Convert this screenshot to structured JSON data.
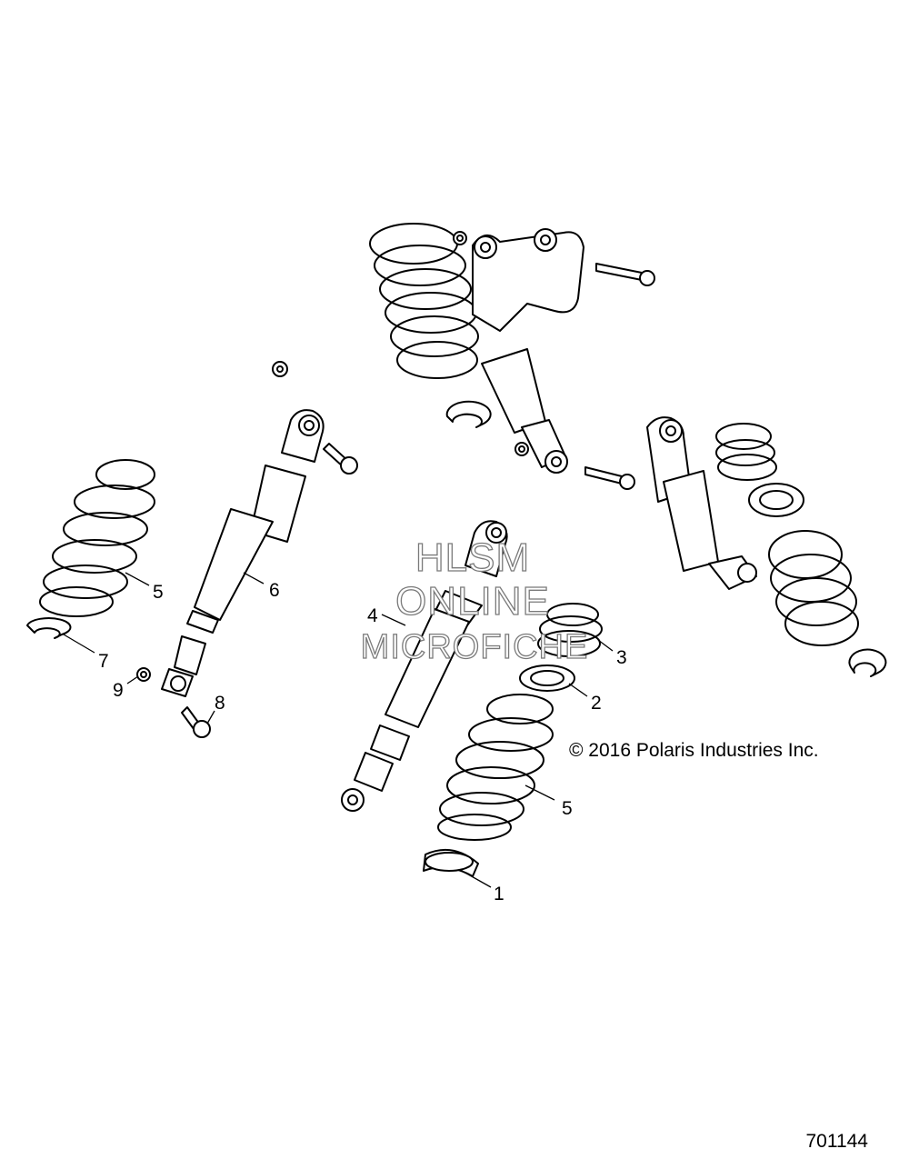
{
  "callouts": [
    {
      "id": "1",
      "label": "1"
    },
    {
      "id": "2",
      "label": "2"
    },
    {
      "id": "3",
      "label": "3"
    },
    {
      "id": "4",
      "label": "4"
    },
    {
      "id": "5a",
      "label": "5"
    },
    {
      "id": "5b",
      "label": "5"
    },
    {
      "id": "6",
      "label": "6"
    },
    {
      "id": "7",
      "label": "7"
    },
    {
      "id": "8",
      "label": "8"
    },
    {
      "id": "9",
      "label": "9"
    }
  ],
  "watermark": {
    "line1": "HLSM",
    "line2": "ONLINE",
    "line3": "MICROFICHE",
    "color": "#7a7a7a"
  },
  "copyright": "© 2016 Polaris Industries Inc.",
  "diagram_number": "701144",
  "colors": {
    "line": "#000000",
    "background": "#ffffff"
  }
}
